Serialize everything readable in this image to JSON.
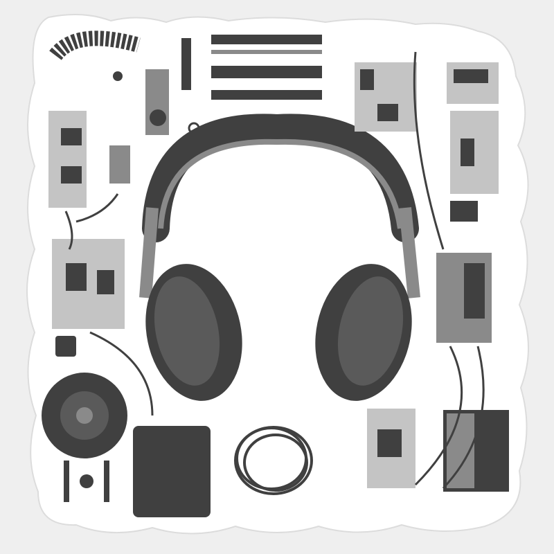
{
  "colors": {
    "background": "#efefef",
    "sticker": "#ffffff",
    "dark": "#404040",
    "mid": "#8a8a8a",
    "light": "#c4c4c4"
  },
  "illustration": {
    "subject": "exploded-view-headphones-sticker",
    "icons": [
      "headphones",
      "speaker-driver",
      "circuit-board",
      "battery",
      "cable-coil",
      "breadboard",
      "jack-connector"
    ]
  }
}
